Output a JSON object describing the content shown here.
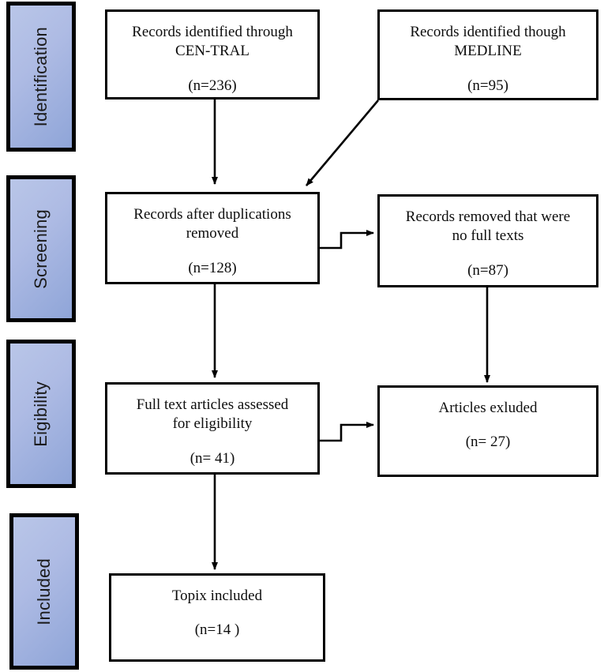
{
  "diagram": {
    "type": "prisma-flow-diagram",
    "title": "",
    "stages": [
      {
        "id": "identification",
        "label": "Identification"
      },
      {
        "id": "screening",
        "label": "Screening"
      },
      {
        "id": "eligibility",
        "label": "Eigibility"
      },
      {
        "id": "included",
        "label": "Included"
      }
    ],
    "boxes": [
      {
        "id": "records-central",
        "title": "Records identified through\nCEN-TRAL",
        "count": "(n=236)"
      },
      {
        "id": "records-medline",
        "title": "Records identified though\nMEDLINE",
        "count": "(n=95)"
      },
      {
        "id": "records-after-duplications",
        "title": "Records after duplications\nremoved",
        "count": "(n=128)"
      },
      {
        "id": "records-removed-no-full-text",
        "title": "Records removed that were\nno full texts",
        "count": "(n=87)"
      },
      {
        "id": "full-text-assessed",
        "title": "Full text articles assessed\nfor eligibility",
        "count": "(n= 41)"
      },
      {
        "id": "articles-excluded",
        "title": "Articles exluded",
        "count": "(n= 27)"
      },
      {
        "id": "topics-included",
        "title": "Topix included",
        "count": "(n=14 )"
      }
    ],
    "colors": {
      "stage_fill_light": "#b9c6e8",
      "stage_fill_dark": "#8fa5d8",
      "border": "#000000",
      "box_fill": "#ffffff",
      "text": "#0d0d0d"
    }
  },
  "chart_data": {
    "type": "diagram",
    "flow": [
      {
        "from": "records-central",
        "to": "records-after-duplications",
        "style": "straight-arrow-down"
      },
      {
        "from": "records-medline",
        "to": "records-after-duplications",
        "style": "diagonal-arrow"
      },
      {
        "from": "records-after-duplications",
        "to": "records-removed-no-full-text",
        "style": "elbow-arrow-right"
      },
      {
        "from": "records-after-duplications",
        "to": "full-text-assessed",
        "style": "straight-arrow-down"
      },
      {
        "from": "records-removed-no-full-text",
        "to": "articles-excluded",
        "style": "straight-arrow-down"
      },
      {
        "from": "full-text-assessed",
        "to": "articles-excluded",
        "style": "elbow-arrow-right"
      },
      {
        "from": "full-text-assessed",
        "to": "topics-included",
        "style": "straight-arrow-down"
      }
    ],
    "counts": {
      "records-central": 236,
      "records-medline": 95,
      "records-after-duplications": 128,
      "records-removed-no-full-text": 87,
      "full-text-assessed": 41,
      "articles-excluded": 27,
      "topics-included": 14
    }
  }
}
